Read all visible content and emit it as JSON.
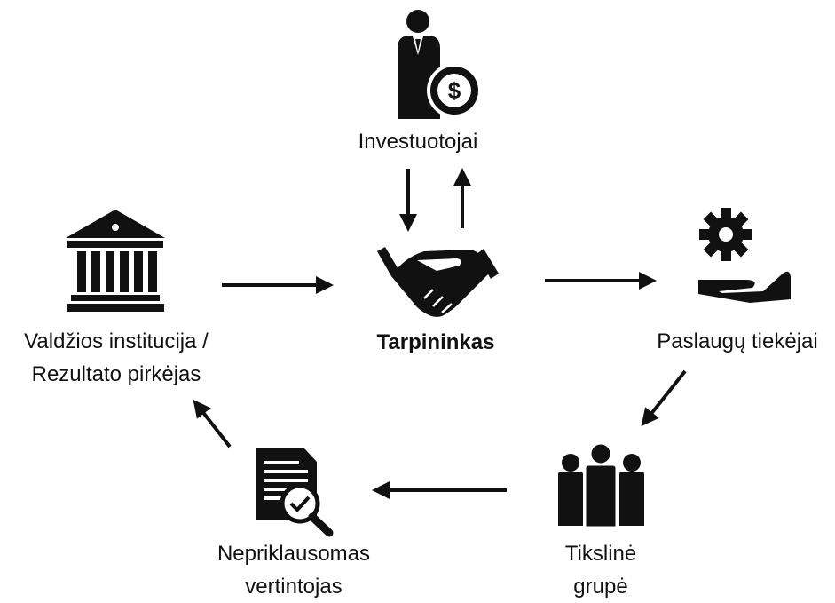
{
  "colors": {
    "ink": "#111111",
    "background": "#ffffff"
  },
  "nodes": {
    "investors": {
      "label": "Investuotojai",
      "icon": "businessman-dollar-icon"
    },
    "intermediary": {
      "label": "Tarpininkas",
      "icon": "handshake-icon"
    },
    "government": {
      "label_line1": "Valdžios institucija /",
      "label_line2": "Rezultato pirkėjas",
      "icon": "government-building-icon"
    },
    "service_providers": {
      "label": "Paslaugų tiekėjai",
      "icon": "gear-hand-icon"
    },
    "target_group": {
      "label_line1": "Tikslinė",
      "label_line2": "grupė",
      "icon": "people-group-icon"
    },
    "evaluator": {
      "label_line1": "Nepriklausomas",
      "label_line2": "vertintojas",
      "icon": "document-check-icon"
    }
  },
  "edges": [
    {
      "from": "investors",
      "to": "intermediary"
    },
    {
      "from": "intermediary",
      "to": "investors"
    },
    {
      "from": "government",
      "to": "intermediary"
    },
    {
      "from": "intermediary",
      "to": "service_providers"
    },
    {
      "from": "service_providers",
      "to": "target_group"
    },
    {
      "from": "target_group",
      "to": "evaluator"
    },
    {
      "from": "evaluator",
      "to": "government"
    }
  ]
}
